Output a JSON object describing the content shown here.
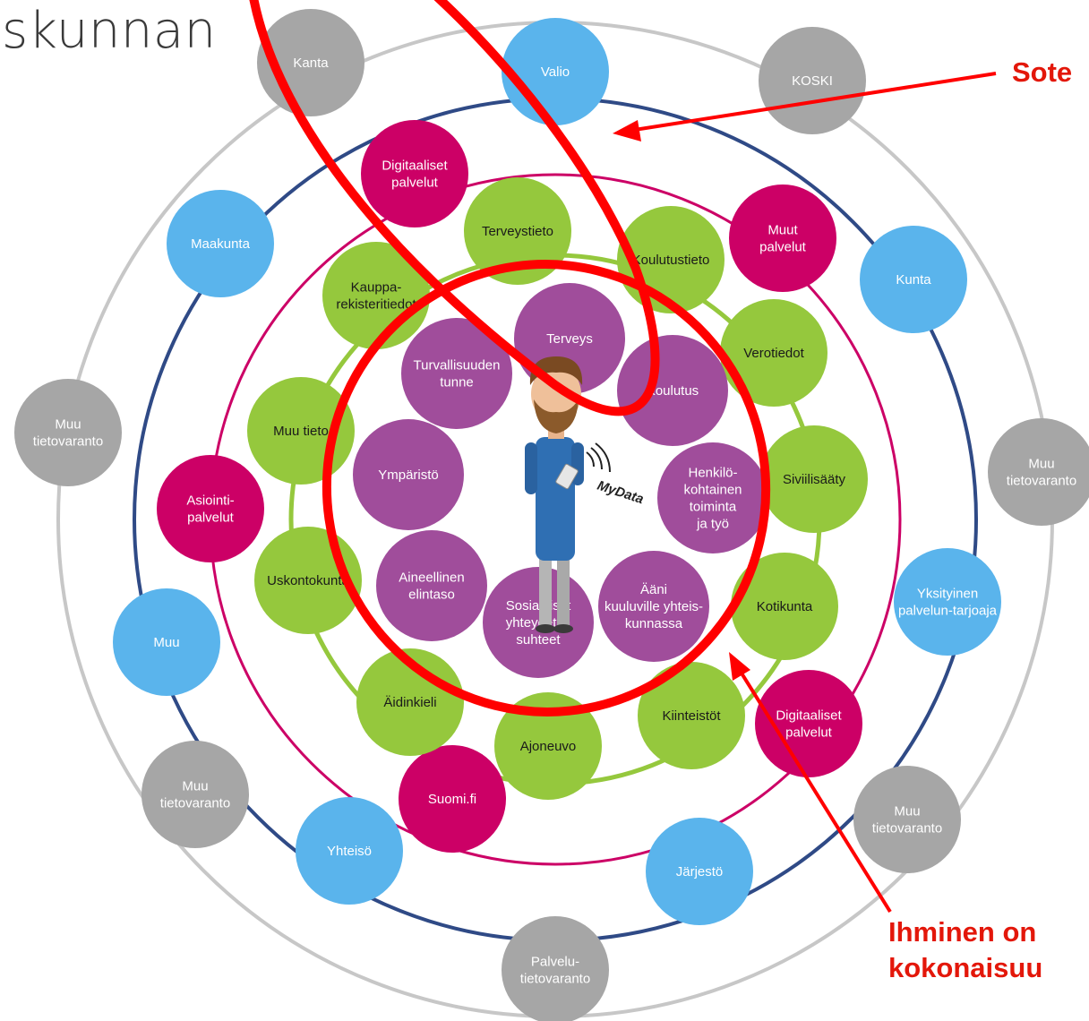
{
  "title": "skunnan",
  "callouts": {
    "sote": "Sote",
    "ihminen_line1": "Ihminen on",
    "ihminen_line2": "kokonaisuu"
  },
  "center": {
    "label": "MyData"
  },
  "colors": {
    "gray": "#a6a6a6",
    "blue": "#5ab4ec",
    "magenta": "#cc0066",
    "green": "#95c83d",
    "purple": "#a04d9b",
    "ring_outer": "#c7c7c7",
    "ring_navy": "#2f4a86",
    "ring_magenta": "#cc0066",
    "ring_green": "#95c83d",
    "annotation_red": "#ff0000"
  },
  "nodes": [
    {
      "id": "kanta",
      "lines": [
        "Kanta"
      ],
      "color": "gray"
    },
    {
      "id": "valio",
      "lines": [
        "Valio"
      ],
      "color": "blue"
    },
    {
      "id": "koski",
      "lines": [
        "KOSKI"
      ],
      "color": "gray"
    },
    {
      "id": "maakunta",
      "lines": [
        "Maakunta"
      ],
      "color": "blue"
    },
    {
      "id": "kunta",
      "lines": [
        "Kunta"
      ],
      "color": "blue"
    },
    {
      "id": "muu-tietovaranto-left",
      "lines": [
        "Muu",
        "tietovaranto"
      ],
      "color": "gray"
    },
    {
      "id": "muu-tietovaranto-right",
      "lines": [
        "Muu",
        "tietovaranto"
      ],
      "color": "gray"
    },
    {
      "id": "muu",
      "lines": [
        "Muu"
      ],
      "color": "blue"
    },
    {
      "id": "yksityinen",
      "lines": [
        "Yksityinen",
        "palvelun-tarjoaja"
      ],
      "color": "blue"
    },
    {
      "id": "muu-tietovaranto-bl",
      "lines": [
        "Muu",
        "tietovaranto"
      ],
      "color": "gray"
    },
    {
      "id": "muu-tietovaranto-br",
      "lines": [
        "Muu",
        "tietovaranto"
      ],
      "color": "gray"
    },
    {
      "id": "yhteiso",
      "lines": [
        "Yhteisö"
      ],
      "color": "blue"
    },
    {
      "id": "jarjesto",
      "lines": [
        "Järjestö"
      ],
      "color": "blue"
    },
    {
      "id": "palvelutietovaranto",
      "lines": [
        "Palvelu-",
        "tietovaranto"
      ],
      "color": "gray"
    },
    {
      "id": "digitaaliset-palvelut-top",
      "lines": [
        "Digitaaliset",
        "palvelut"
      ],
      "color": "magenta"
    },
    {
      "id": "muut-palvelut",
      "lines": [
        "Muut",
        "palvelut"
      ],
      "color": "magenta"
    },
    {
      "id": "asiointipalvelut",
      "lines": [
        "Asiointi-",
        "palvelut"
      ],
      "color": "magenta"
    },
    {
      "id": "digitaaliset-palvelut-bottom",
      "lines": [
        "Digitaaliset",
        "palvelut"
      ],
      "color": "magenta"
    },
    {
      "id": "suomi-fi",
      "lines": [
        "Suomi.fi"
      ],
      "color": "magenta"
    },
    {
      "id": "terveystieto",
      "lines": [
        "Terveystieto"
      ],
      "color": "green"
    },
    {
      "id": "koulutustieto",
      "lines": [
        "Koulutustieto"
      ],
      "color": "green"
    },
    {
      "id": "kauppa-rekisteritiedot",
      "lines": [
        "Kauppa-",
        "rekisteritiedot"
      ],
      "color": "green"
    },
    {
      "id": "verotiedot",
      "lines": [
        "Verotiedot"
      ],
      "color": "green"
    },
    {
      "id": "muu-tieto",
      "lines": [
        "Muu tieto"
      ],
      "color": "green"
    },
    {
      "id": "siviilisaaty",
      "lines": [
        "Siviilisääty"
      ],
      "color": "green"
    },
    {
      "id": "uskontokunta",
      "lines": [
        "Uskontokunta"
      ],
      "color": "green"
    },
    {
      "id": "kotikunta",
      "lines": [
        "Kotikunta"
      ],
      "color": "green"
    },
    {
      "id": "aidinkieli",
      "lines": [
        "Äidinkieli"
      ],
      "color": "green"
    },
    {
      "id": "kiinteistot",
      "lines": [
        "Kiinteistöt"
      ],
      "color": "green"
    },
    {
      "id": "ajoneuvo",
      "lines": [
        "Ajoneuvo"
      ],
      "color": "green"
    },
    {
      "id": "terveys",
      "lines": [
        "Terveys"
      ],
      "color": "purple"
    },
    {
      "id": "turvallisuuden-tunne",
      "lines": [
        "Turvallisuuden",
        "tunne"
      ],
      "color": "purple"
    },
    {
      "id": "koulutus",
      "lines": [
        "Koulutus"
      ],
      "color": "purple"
    },
    {
      "id": "ymparisto",
      "lines": [
        "Ympäristö"
      ],
      "color": "purple"
    },
    {
      "id": "henkilokohtainen-toiminta",
      "lines": [
        "Henkilö-",
        "kohtainen",
        "toiminta",
        "ja työ"
      ],
      "color": "purple"
    },
    {
      "id": "aineellinen-elintaso",
      "lines": [
        "Aineellinen",
        "elintaso"
      ],
      "color": "purple"
    },
    {
      "id": "aani-kuuluville",
      "lines": [
        "Ääni",
        "kuuluville yhteis-",
        "kunnassa"
      ],
      "color": "purple"
    },
    {
      "id": "sosiaaliset-yhteydet",
      "lines": [
        "Sosiaaliset",
        "yhteydet ja",
        "suhteet"
      ],
      "color": "purple"
    }
  ]
}
